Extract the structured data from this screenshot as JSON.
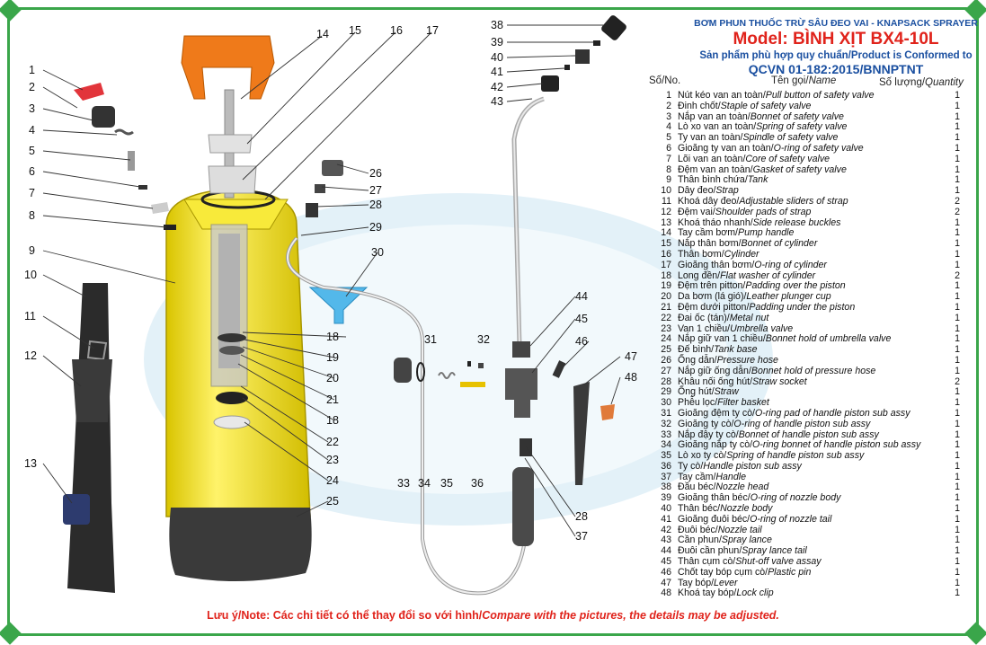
{
  "header": {
    "brand": "BƠM PHUN THUỐC TRỪ SÂU ĐEO VAI - KNAPSACK SPRAYER",
    "model": "Model: BÌNH XỊT BX4-10L",
    "conformity": "Sản phẩm phù hợp quy chuẩn/Product is Conformed to",
    "standard": "QCVN 01-182:2015/BNNPTNT"
  },
  "columns": {
    "no": "Số/No.",
    "name_vi": "Tên gọi/",
    "name_en": "Name",
    "qty_vi": "Số lượng/",
    "qty_en": "Quantity"
  },
  "parts": [
    {
      "no": "1",
      "vi": "Nút kéo van an toàn/",
      "en": "Pull button of safety valve",
      "qty": "1"
    },
    {
      "no": "2",
      "vi": "Đinh chốt/",
      "en": "Staple of safety valve",
      "qty": "1"
    },
    {
      "no": "3",
      "vi": "Nắp van an toàn/",
      "en": "Bonnet of safety valve",
      "qty": "1"
    },
    {
      "no": "4",
      "vi": "Lò xo van an toàn/",
      "en": "Spring of safety valve",
      "qty": "1"
    },
    {
      "no": "5",
      "vi": "Ty van an toàn/",
      "en": "Spindle of safety valve",
      "qty": "1"
    },
    {
      "no": "6",
      "vi": "Gioăng ty van an toàn/",
      "en": "O-ring of safety valve",
      "qty": "1"
    },
    {
      "no": "7",
      "vi": "Lõi van an toàn/",
      "en": "Core of safety valve",
      "qty": "1"
    },
    {
      "no": "8",
      "vi": "Đệm van an toàn/",
      "en": "Gasket of safety valve",
      "qty": "1"
    },
    {
      "no": "9",
      "vi": "Thân bình chứa/",
      "en": "Tank",
      "qty": "1"
    },
    {
      "no": "10",
      "vi": "Dây đeo/",
      "en": "Strap",
      "qty": "1"
    },
    {
      "no": "11",
      "vi": "Khoá dây đeo/",
      "en": "Adjustable sliders of strap",
      "qty": "2"
    },
    {
      "no": "12",
      "vi": "Đệm vai/",
      "en": "Shoulder pads of strap",
      "qty": "2"
    },
    {
      "no": "13",
      "vi": "Khoá tháo nhanh/",
      "en": "Side release buckles",
      "qty": "1"
    },
    {
      "no": "14",
      "vi": "Tay cầm bơm/",
      "en": "Pump handle",
      "qty": "1"
    },
    {
      "no": "15",
      "vi": "Nắp thân bơm/",
      "en": "Bonnet of cylinder",
      "qty": "1"
    },
    {
      "no": "16",
      "vi": "Thân bơm/",
      "en": "Cylinder",
      "qty": "1"
    },
    {
      "no": "17",
      "vi": "Gioăng thân bơm/",
      "en": "O-ring of cylinder",
      "qty": "1"
    },
    {
      "no": "18",
      "vi": "Long đền/",
      "en": "Flat washer of cylinder",
      "qty": "2"
    },
    {
      "no": "19",
      "vi": "Đệm trên pitton/",
      "en": "Padding over the piston",
      "qty": "1"
    },
    {
      "no": "20",
      "vi": "Da bơm (lá gió)/",
      "en": "Leather plunger cup",
      "qty": "1"
    },
    {
      "no": "21",
      "vi": "Đệm dưới pitton/",
      "en": "Padding under the piston",
      "qty": "1"
    },
    {
      "no": "22",
      "vi": "Đai ốc (tán)/",
      "en": "Metal nut",
      "qty": "1"
    },
    {
      "no": "23",
      "vi": "Van 1 chiều/",
      "en": "Umbrella valve",
      "qty": "1"
    },
    {
      "no": "24",
      "vi": "Nắp giữ van 1 chiều/",
      "en": "Bonnet hold of umbrella valve",
      "qty": "1"
    },
    {
      "no": "25",
      "vi": "Đế bình/",
      "en": "Tank base",
      "qty": "1"
    },
    {
      "no": "26",
      "vi": "Ống dẫn/",
      "en": "Pressure hose",
      "qty": "1"
    },
    {
      "no": "27",
      "vi": "Nắp giữ ống dẫn/",
      "en": "Bonnet hold of pressure hose",
      "qty": "1"
    },
    {
      "no": "28",
      "vi": "Khâu nối ống hút/",
      "en": "Straw socket",
      "qty": "2"
    },
    {
      "no": "29",
      "vi": "Ống hút/",
      "en": "Straw",
      "qty": "1"
    },
    {
      "no": "30",
      "vi": "Phễu lọc/",
      "en": "Filter basket",
      "qty": "1"
    },
    {
      "no": "31",
      "vi": "Gioăng đệm ty cò/",
      "en": "O-ring pad of handle piston sub assy",
      "qty": "1"
    },
    {
      "no": "32",
      "vi": "Gioăng ty cò/",
      "en": "O-ring of handle piston sub assy",
      "qty": "1"
    },
    {
      "no": "33",
      "vi": "Nắp đậy ty cò/",
      "en": "Bonnet of handle piston sub assy",
      "qty": "1"
    },
    {
      "no": "34",
      "vi": "Gioăng nắp ty cò/",
      "en": "O-ring bonnet of handle piston sub assy",
      "qty": "1"
    },
    {
      "no": "35",
      "vi": "Lò xo ty cò/",
      "en": "Spring of handle piston sub assy",
      "qty": "1"
    },
    {
      "no": "36",
      "vi": "Ty cò/",
      "en": "Handle piston sub assy",
      "qty": "1"
    },
    {
      "no": "37",
      "vi": "Tay cầm/",
      "en": "Handle",
      "qty": "1"
    },
    {
      "no": "38",
      "vi": "Đầu béc/",
      "en": "Nozzle head",
      "qty": "1"
    },
    {
      "no": "39",
      "vi": "Gioăng thân béc/",
      "en": "O-ring of nozzle body",
      "qty": "1"
    },
    {
      "no": "40",
      "vi": "Thân béc/",
      "en": "Nozzle body",
      "qty": "1"
    },
    {
      "no": "41",
      "vi": "Gioăng đuôi béc/",
      "en": "O-ring of nozzle tail",
      "qty": "1"
    },
    {
      "no": "42",
      "vi": "Đuôi béc/",
      "en": "Nozzle tail",
      "qty": "1"
    },
    {
      "no": "43",
      "vi": "Cần phun/",
      "en": "Spray lance",
      "qty": "1"
    },
    {
      "no": "44",
      "vi": "Đuôi cần phun/",
      "en": "Spray lance tail",
      "qty": "1"
    },
    {
      "no": "45",
      "vi": "Thân cụm cò/",
      "en": "Shut-off valve assay",
      "qty": "1"
    },
    {
      "no": "46",
      "vi": "Chốt tay bóp cụm cò/",
      "en": "Plastic pin",
      "qty": "1"
    },
    {
      "no": "47",
      "vi": "Tay bóp/",
      "en": "Lever",
      "qty": "1"
    },
    {
      "no": "48",
      "vi": "Khoá tay bóp/",
      "en": "Lock clip",
      "qty": "1"
    }
  ],
  "note": {
    "prefix": "Lưu ý/Note: Các chi tiết có thể thay đổi so với hình/",
    "english": "Compare with the pictures, the details may be adjusted."
  },
  "callouts": [
    "1",
    "2",
    "3",
    "4",
    "5",
    "6",
    "7",
    "8",
    "9",
    "10",
    "11",
    "12",
    "13",
    "14",
    "15",
    "16",
    "17",
    "18",
    "19",
    "20",
    "21",
    "18",
    "22",
    "23",
    "24",
    "25",
    "26",
    "27",
    "28",
    "29",
    "30",
    "31",
    "32",
    "33",
    "34",
    "35",
    "36",
    "37",
    "28",
    "38",
    "39",
    "40",
    "41",
    "42",
    "43",
    "44",
    "45",
    "46",
    "47",
    "48"
  ],
  "colors": {
    "border": "#3aa64a",
    "title_red": "#e0231b",
    "title_blue": "#1a4fa0",
    "tank_yellow": "#f2e21a",
    "base_dark": "#3a3a3a",
    "handle_orange": "#ef7a1a"
  }
}
